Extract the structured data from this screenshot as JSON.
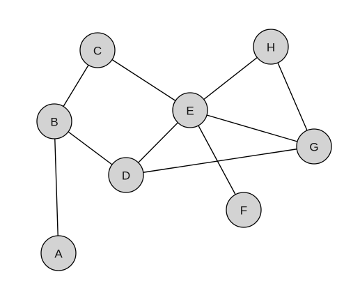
{
  "graph": {
    "nodes": [
      {
        "id": "A",
        "label": "A"
      },
      {
        "id": "B",
        "label": "B"
      },
      {
        "id": "C",
        "label": "C"
      },
      {
        "id": "D",
        "label": "D"
      },
      {
        "id": "E",
        "label": "E"
      },
      {
        "id": "F",
        "label": "F"
      },
      {
        "id": "G",
        "label": "G"
      },
      {
        "id": "H",
        "label": "H"
      }
    ],
    "edges": [
      [
        "A",
        "B"
      ],
      [
        "B",
        "C"
      ],
      [
        "B",
        "D"
      ],
      [
        "C",
        "E"
      ],
      [
        "D",
        "E"
      ],
      [
        "D",
        "G"
      ],
      [
        "E",
        "H"
      ],
      [
        "E",
        "G"
      ],
      [
        "E",
        "F"
      ],
      [
        "H",
        "G"
      ]
    ],
    "colors": {
      "node_fill": "#d3d3d3",
      "node_stroke": "#000000",
      "edge": "#000000",
      "label": "#111111"
    }
  }
}
